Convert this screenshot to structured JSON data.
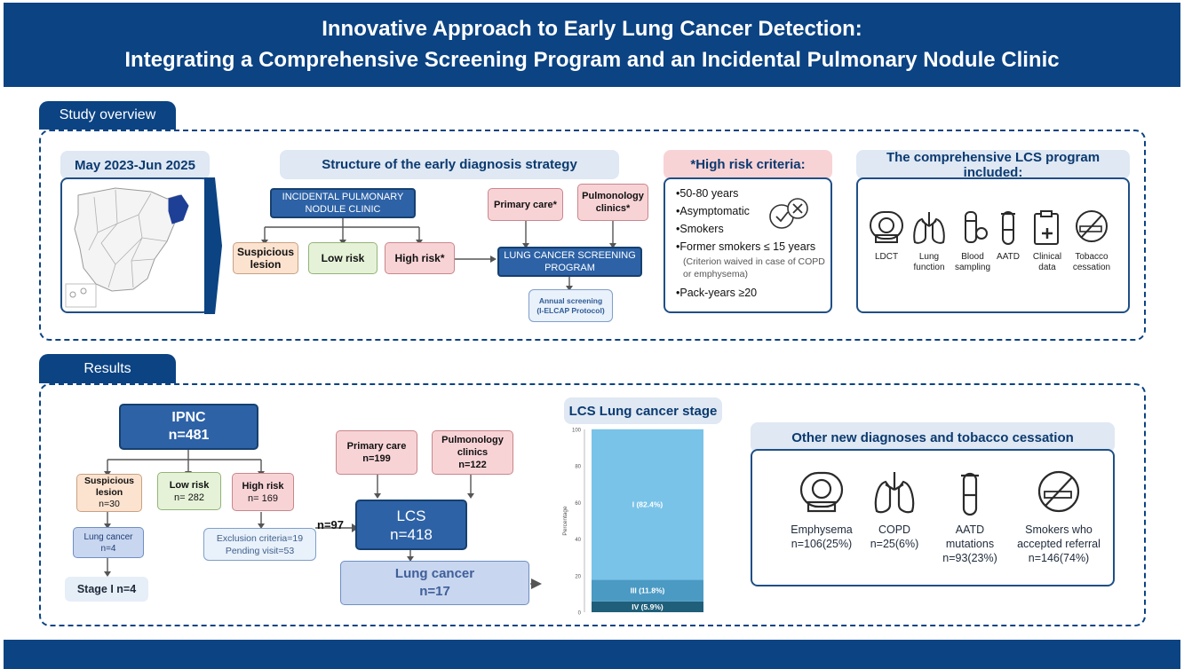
{
  "header": {
    "line1": "Innovative Approach to Early Lung Cancer Detection:",
    "line2": "Integrating a Comprehensive Screening Program and an Incidental Pulmonary Nodule Clinic"
  },
  "overview": {
    "tab_label": "Study overview",
    "period": "May 2023-Jun 2025",
    "structure": {
      "title": "Structure of the early diagnosis strategy",
      "ipnc_label": "INCIDENTAL PULMONARY NODULE CLINIC",
      "suspicious": "Suspicious lesion",
      "low_risk": "Low risk",
      "high_risk": "High risk*",
      "primary_care": "Primary care*",
      "pulmonology": "Pulmonology clinics*",
      "lcs_program": "LUNG CANCER SCREENING PROGRAM",
      "annual_line1": "Annual screening",
      "annual_line2": "(I-ELCAP Protocol)"
    },
    "criteria": {
      "title": "*High risk criteria:",
      "items": [
        "•50-80 years",
        "•Asymptomatic",
        "•Smokers",
        "•Former smokers ≤ 15 years"
      ],
      "note": "(Criterion waived in case of COPD or emphysema)",
      "last": "•Pack-years ≥20"
    },
    "program": {
      "title": "The comprehensive LCS program included:",
      "items": [
        {
          "icon": "ct-scanner-icon",
          "label": "LDCT"
        },
        {
          "icon": "lungs-icon",
          "label": "Lung function"
        },
        {
          "icon": "blood-tube-icon",
          "label": "Blood sampling"
        },
        {
          "icon": "test-tube-icon",
          "label": "AATD"
        },
        {
          "icon": "clipboard-icon",
          "label": "Clinical data"
        },
        {
          "icon": "no-smoking-icon",
          "label": "Tobacco cessation"
        }
      ]
    }
  },
  "results": {
    "tab_label": "Results",
    "ipnc_title": "IPNC",
    "ipnc_n": "n=481",
    "suspicious": "Suspicious lesion",
    "suspicious_n": "n=30",
    "low_risk": "Low risk",
    "low_risk_n": "n= 282",
    "high_risk": "High risk",
    "high_risk_n": "n= 169",
    "lung_cancer_small": "Lung cancer",
    "lung_cancer_small_n": "n=4",
    "stage": "Stage I n=4",
    "exclusion": "Exclusion criteria=19",
    "pending": "Pending visit=53",
    "n97": "n=97",
    "primary_care": "Primary care",
    "primary_care_n": "n=199",
    "pulmonology": "Pulmonology clinics",
    "pulmonology_n": "n=122",
    "lcs": "LCS",
    "lcs_n": "n=418",
    "lung_cancer": "Lung cancer",
    "lung_cancer_n": "n=17"
  },
  "chart_data": {
    "type": "bar",
    "title": "LCS Lung cancer stage",
    "ylabel": "Percentage",
    "ylim": [
      0,
      100
    ],
    "yticks": [
      "0",
      "20",
      "40",
      "60",
      "80",
      "100"
    ],
    "stacked": true,
    "segments": [
      {
        "label": "IV (5.9%)",
        "value": 5.9,
        "color": "#1f5f7a"
      },
      {
        "label": "III (11.8%)",
        "value": 11.8,
        "color": "#4b9ac4"
      },
      {
        "label": "I (82.4%)",
        "value": 82.4,
        "color": "#79c3e8"
      }
    ]
  },
  "other": {
    "title": "Other new diagnoses and tobacco cessation",
    "items": [
      {
        "icon": "ct-scanner-icon",
        "label1": "Emphysema",
        "label2": "n=106(25%)"
      },
      {
        "icon": "lungs-icon",
        "label1": "COPD",
        "label2": "n=25(6%)"
      },
      {
        "icon": "test-tube-icon",
        "label1": "AATD",
        "label2": "mutations",
        "label3": "n=93(23%)"
      },
      {
        "icon": "no-smoking-icon",
        "label1": "Smokers who",
        "label2": "accepted referral",
        "label3": "n=146(74%)"
      }
    ]
  }
}
